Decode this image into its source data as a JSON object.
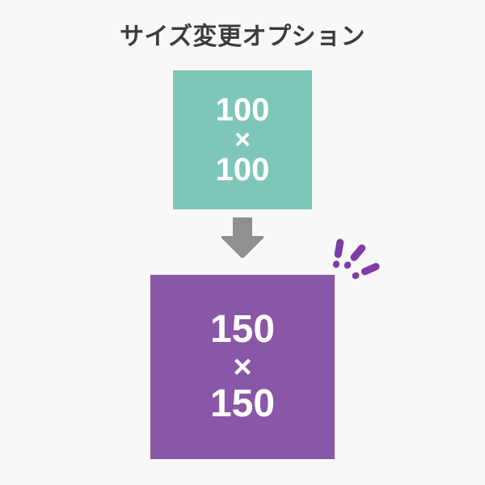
{
  "page": {
    "background_color": "#f8f8f8"
  },
  "title": {
    "text": "サイズ変更オプション",
    "color": "#3c3c3c"
  },
  "diagram": {
    "before_box": {
      "width_label": "100",
      "multiply_sign": "×",
      "height_label": "100",
      "fill_color": "#7ec7b8",
      "text_color": "#ffffff"
    },
    "arrow": {
      "icon": "down-arrow-icon",
      "color": "#909090"
    },
    "after_box": {
      "width_label": "150",
      "multiply_sign": "×",
      "height_label": "150",
      "fill_color": "#8a56a7",
      "text_color": "#ffffff"
    },
    "emphasis": {
      "icon": "exclamation-marks-icon",
      "color": "#7d3ca6",
      "mark_count": 3
    }
  }
}
